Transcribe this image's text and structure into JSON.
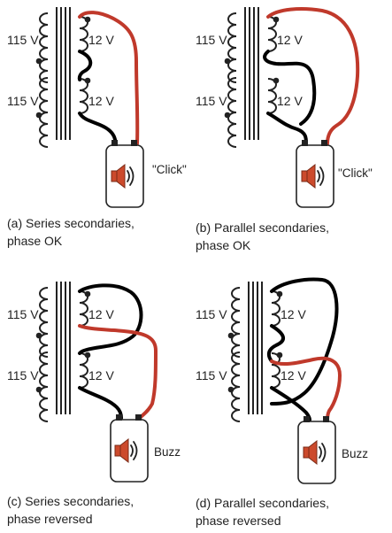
{
  "panels": [
    {
      "id": "a",
      "caption_line1": "(a) Series secondaries,",
      "caption_line2": "phase OK",
      "primary_top": "115 V",
      "primary_bottom": "115 V",
      "secondary_top": "12 V",
      "secondary_bottom": "12 V",
      "sound_label": "\"Click\""
    },
    {
      "id": "b",
      "caption_line1": "(b) Parallel secondaries,",
      "caption_line2": "phase OK",
      "primary_top": "115 V",
      "primary_bottom": "115 V",
      "secondary_top": "12 V",
      "secondary_bottom": "12 V",
      "sound_label": "\"Click\""
    },
    {
      "id": "c",
      "caption_line1": "(c) Series secondaries,",
      "caption_line2": "phase reversed",
      "primary_top": "115 V",
      "primary_bottom": "115 V",
      "secondary_top": "12 V",
      "secondary_bottom": "12 V",
      "sound_label": "Buzz"
    },
    {
      "id": "d",
      "caption_line1": "(d) Parallel secondaries,",
      "caption_line2": "phase reversed",
      "primary_top": "115 V",
      "primary_bottom": "115 V",
      "secondary_top": "12 V",
      "secondary_bottom": "12 V",
      "sound_label": "Buzz"
    }
  ],
  "colors": {
    "wire_black": "#000000",
    "wire_red": "#c0392b",
    "speaker": "#cc4a2c"
  },
  "icons": {
    "speaker": "speaker-icon"
  }
}
